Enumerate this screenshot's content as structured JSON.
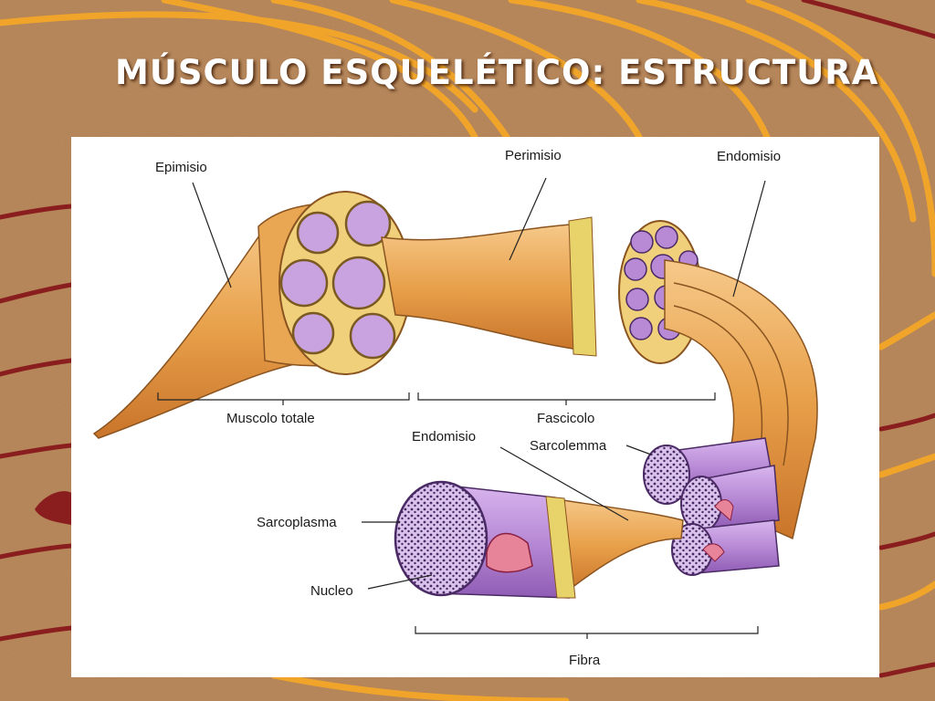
{
  "slide": {
    "title": "MÚSCULO ESQUELÉTICO: ESTRUCTURA",
    "background_color": "#b9855a",
    "swirl_colors": [
      "#f0a52a",
      "#8a1e1e"
    ]
  },
  "figure": {
    "labels": {
      "epimisio": "Epimisio",
      "perimisio": "Perimisio",
      "endomisio_top": "Endomisio",
      "endomisio_mid": "Endomisio",
      "sarcolemma": "Sarcolemma",
      "sarcoplasma": "Sarcoplasma",
      "nucleo": "Nucleo"
    },
    "groups": {
      "muscolo_totale": "Muscolo totale",
      "fascicolo": "Fascicolo",
      "fibra": "Fibra"
    },
    "colors": {
      "muscle_orange": "#e2983f",
      "muscle_light": "#f2c07a",
      "fiber_purple": "#b88ad6",
      "fiber_dark": "#7a4a9c",
      "sheath_yellow": "#e8d36a"
    }
  }
}
